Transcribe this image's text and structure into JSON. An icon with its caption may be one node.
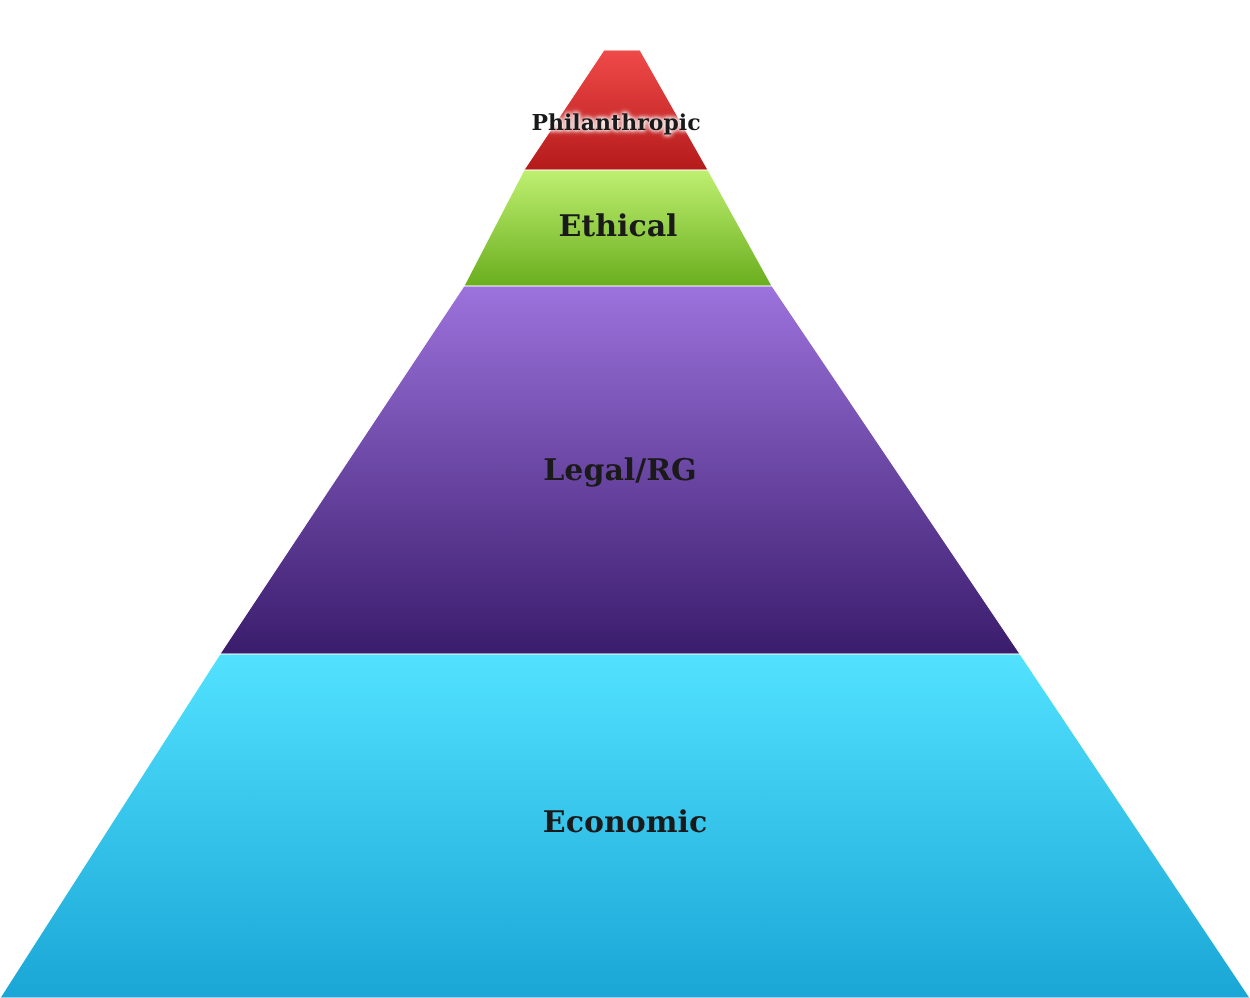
{
  "diagram": {
    "nodes": [
      {
        "text": [
          "Philanthropic"
        ]
      },
      {
        "text": [
          "Ethical"
        ]
      },
      {
        "text": [
          "Legal/RG"
        ]
      },
      {
        "text": [
          "Economic"
        ]
      }
    ]
  }
}
